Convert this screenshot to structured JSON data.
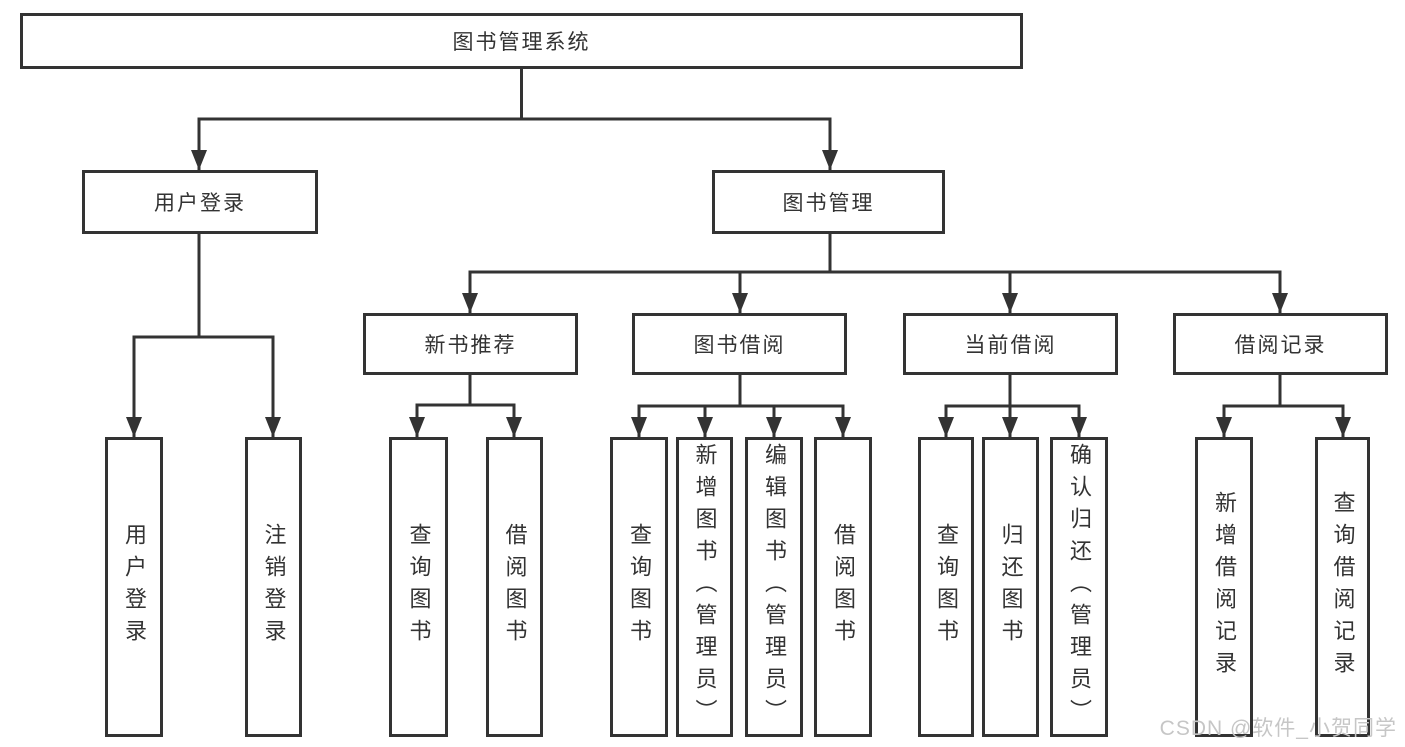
{
  "root": {
    "label": "图书管理系统"
  },
  "level2": {
    "user_login": {
      "label": "用户登录"
    },
    "book_mgmt": {
      "label": "图书管理"
    }
  },
  "level3": {
    "new_book": {
      "label": "新书推荐"
    },
    "borrow": {
      "label": "图书借阅"
    },
    "current": {
      "label": "当前借阅"
    },
    "records": {
      "label": "借阅记录"
    }
  },
  "level4": {
    "user_login": [
      "用户登录",
      "注销登录"
    ],
    "new_book": [
      "查询图书",
      "借阅图书"
    ],
    "borrow": [
      "查询图书",
      "新增图书（管理员）",
      "编辑图书（管理员）",
      "借阅图书"
    ],
    "current": [
      "查询图书",
      "归还图书",
      "确认归还（管理员）"
    ],
    "records": [
      "新增借阅记录",
      "查询借阅记录"
    ]
  },
  "watermark": {
    "text": "CSDN @软件_小贺同学"
  },
  "colors": {
    "line": "#333333",
    "text": "#333333",
    "box_background": "#ffffff",
    "watermark": "#c6c6c6",
    "background": "#ffffff"
  }
}
